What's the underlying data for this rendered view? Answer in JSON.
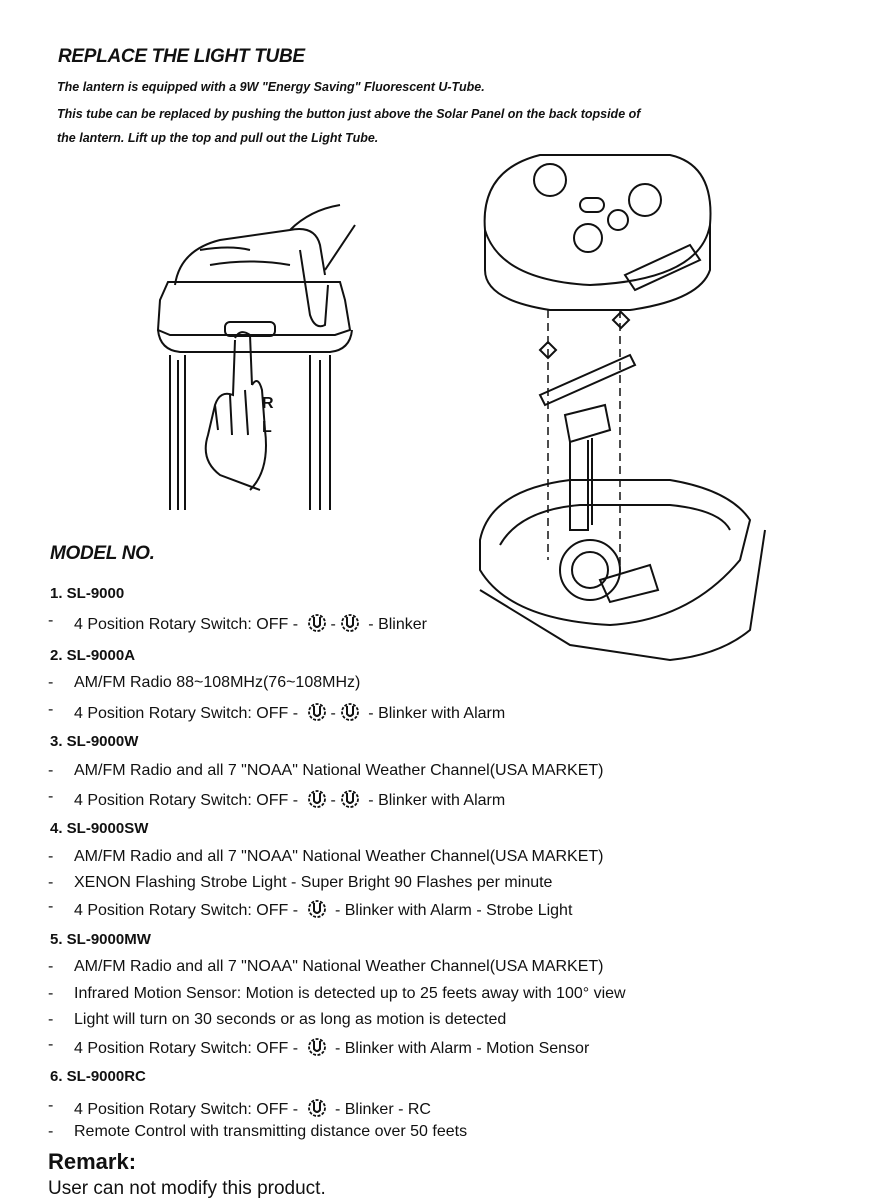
{
  "heading": "REPLACE THE LIGHT TUBE",
  "intro": [
    "The lantern is equipped with a 9W \"Energy Saving\" Fluorescent U-Tube.",
    "This tube can be replaced by pushing the button just above the Solar Panel on the back topside of",
    "the lantern. Lift up the top and pull out the Light Tube."
  ],
  "illustration_labels": {
    "r": "R",
    "l": "L"
  },
  "model_heading": "MODEL NO.",
  "icons": {
    "switch_rotary": "rotary-switch-icon",
    "switch_single": "switch-position-icon"
  },
  "models": [
    {
      "title": "1.  SL-9000",
      "lines": [
        {
          "pre": "4 Position Rotary Switch: OFF - ",
          "post": " - Blinker",
          "icons": 2
        }
      ]
    },
    {
      "title": "2.  SL-9000A",
      "lines": [
        {
          "pre": "AM/FM Radio 88~108MHz(76~108MHz)",
          "post": "",
          "icons": 0
        },
        {
          "pre": "4 Position Rotary Switch: OFF - ",
          "post": " - Blinker with Alarm",
          "icons": 2
        }
      ]
    },
    {
      "title": "3. SL-9000W",
      "lines": [
        {
          "pre": "AM/FM Radio and all 7 \"NOAA\" National Weather Channel(USA MARKET)",
          "post": "",
          "icons": 0
        },
        {
          "pre": "4 Position Rotary Switch: OFF - ",
          "post": " - Blinker with Alarm",
          "icons": 2
        }
      ]
    },
    {
      "title": "4.  SL-9000SW",
      "lines": [
        {
          "pre": "AM/FM Radio and all 7 \"NOAA\" National Weather Channel(USA MARKET)",
          "post": "",
          "icons": 0
        },
        {
          "pre": "XENON Flashing Strobe Light - Super Bright 90 Flashes per minute",
          "post": "",
          "icons": 0
        },
        {
          "pre": "4 Position Rotary Switch: OFF - ",
          "post": " - Blinker with Alarm - Strobe Light",
          "icons": 1
        }
      ]
    },
    {
      "title": "5.  SL-9000MW",
      "lines": [
        {
          "pre": "AM/FM Radio and all 7 \"NOAA\" National Weather Channel(USA MARKET)",
          "post": "",
          "icons": 0
        },
        {
          "pre": "Infrared Motion Sensor: Motion is detected up to 25 feets away with 100° view",
          "post": "",
          "icons": 0
        },
        {
          "pre": "Light will turn on 30 seconds or as  long as motion is detected",
          "post": "",
          "icons": 0
        },
        {
          "pre": "4 Position Rotary Switch: OFF - ",
          "post": " - Blinker with Alarm - Motion Sensor",
          "icons": 1
        }
      ]
    },
    {
      "title": "6.  SL-9000RC",
      "lines": [
        {
          "pre": "4 Position Rotary Switch: OFF - ",
          "post": " - Blinker - RC",
          "icons": 1
        },
        {
          "pre": "Remote Control with transmitting distance over 50 feets",
          "post": "",
          "icons": 0
        }
      ]
    }
  ],
  "remark_heading": "Remark:",
  "remark_text": "User can not modify this product."
}
